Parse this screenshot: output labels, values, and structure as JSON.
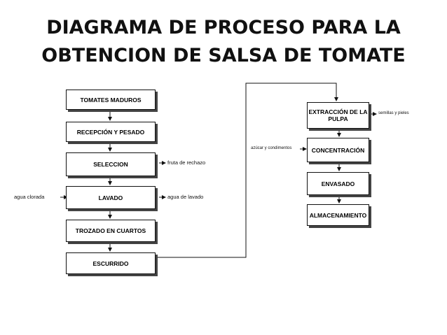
{
  "title": {
    "line1": "DIAGRAMA DE PROCESO PARA LA",
    "line2": "OBTENCION DE SALSA DE TOMATE"
  },
  "left_steps": [
    "TOMATES MADUROS",
    "RECEPCIÓN Y PESADO",
    "SELECCION",
    "LAVADO",
    "TROZADO EN CUARTOS",
    "ESCURRIDO"
  ],
  "right_steps": [
    "EXTRACCIÓN DE LA PULPA",
    "CONCENTRACIÓN",
    "ENVASADO",
    "ALMACENAMIENTO"
  ],
  "side_labels": {
    "rechazo": "fruta de rechazo",
    "agua_clorada": "agua clorada",
    "agua_lavado": "agua de lavado",
    "semillas": "semillas y pieles",
    "azucar": "azúcar y condimentos"
  }
}
